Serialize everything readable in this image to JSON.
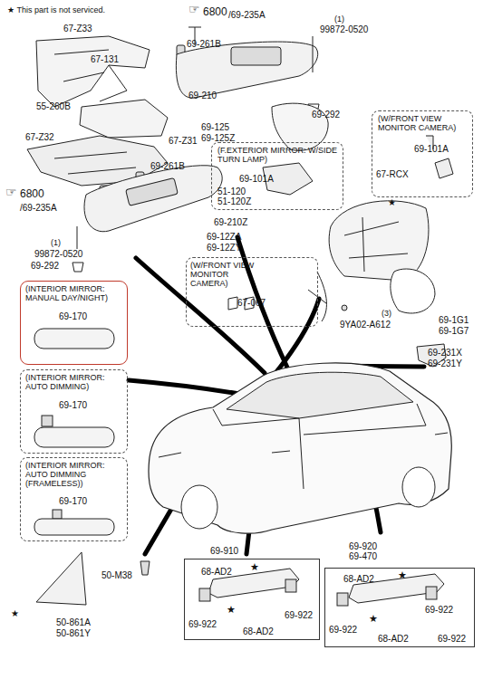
{
  "diagram": {
    "nodes": [
      {
        "text": [
          "(F.EXTERIOR MIRROR: W/SIDE TURN LAMP)",
          "69-101A",
          "51-120 51-120Z"
        ]
      },
      {
        "text": [
          "(W/FRONT VIEW MONITOR CAMERA)",
          "69-101A",
          "67-RCX"
        ]
      },
      {
        "text": [
          "(W/FRONT VIEW MONITOR CAMERA)",
          "67-067"
        ]
      },
      {
        "text": [
          "(INTERIOR MIRROR: MANUAL DAY/NIGHT)",
          "69-170"
        ]
      },
      {
        "text": [
          "(INTERIOR MIRROR: AUTO DIMMING)",
          "69-170"
        ]
      },
      {
        "text": [
          "(INTERIOR MIRROR: AUTO DIMMING (FRAMELESS))",
          "69-170"
        ]
      },
      {
        "text": [
          "69-910",
          "68-AD2",
          "★",
          "69-922",
          "★",
          "69-922",
          "68-AD2"
        ]
      },
      {
        "text": [
          "69-920 69-470",
          "68-AD2",
          "★",
          "69-922",
          "★",
          "69-922",
          "68-AD2",
          "69-922"
        ]
      }
    ],
    "labels": [
      "★ This part is not serviced.",
      "☞",
      "6800",
      "/69-235A",
      "(1)",
      "99872-0520",
      "67-Z33",
      "69-261B",
      "67-131",
      "69-210",
      "69-292",
      "55-260B",
      "69-125",
      "69-125Z",
      "67-Z32",
      "67-Z31",
      "69-261B",
      "☞",
      "6800",
      "/69-235A",
      "69-210Z",
      "(1)",
      "99872-0520",
      "69-292",
      "69-12ZA",
      "69-12ZY",
      "★",
      "(3)",
      "9YA02-A612",
      "69-1G1",
      "69-1G7",
      "69-231X",
      "69-231Y",
      "50-M38",
      "★",
      "50-861A",
      "50-861Y"
    ]
  }
}
